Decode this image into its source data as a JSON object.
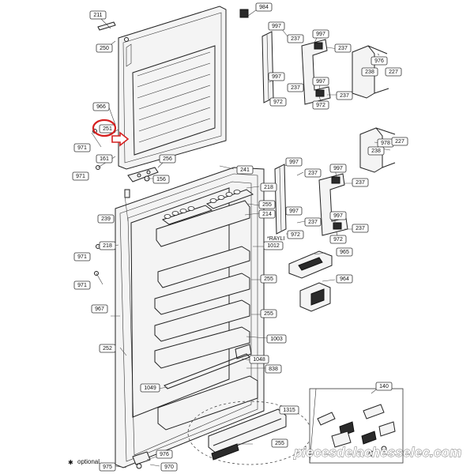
{
  "diagram": {
    "parts": {
      "p211": "211",
      "p250": "250",
      "p966": "966",
      "p251": "251",
      "p971": "971",
      "p161": "161",
      "p256": "256",
      "p156": "156",
      "p239": "239",
      "p241": "241",
      "p218": "218",
      "p255": "255",
      "p214": "214",
      "p967": "967",
      "p252": "252",
      "p1012": "1012",
      "p965": "965",
      "p964": "964",
      "p1003": "1003",
      "p1048": "1048",
      "p1049": "1049",
      "p838": "838",
      "p1315": "1315",
      "p976": "976",
      "p975": "975",
      "p970": "970",
      "p140": "140",
      "p984": "984",
      "p997": "997",
      "p237": "237",
      "p972": "972",
      "p238": "238",
      "p978": "978",
      "p227": "227"
    },
    "note_rayli": "*RAYLI",
    "legend_star": "✱",
    "legend_optional": "optional",
    "highlight_color": "#d62020",
    "watermark": "piecesdelachesselec.com"
  }
}
